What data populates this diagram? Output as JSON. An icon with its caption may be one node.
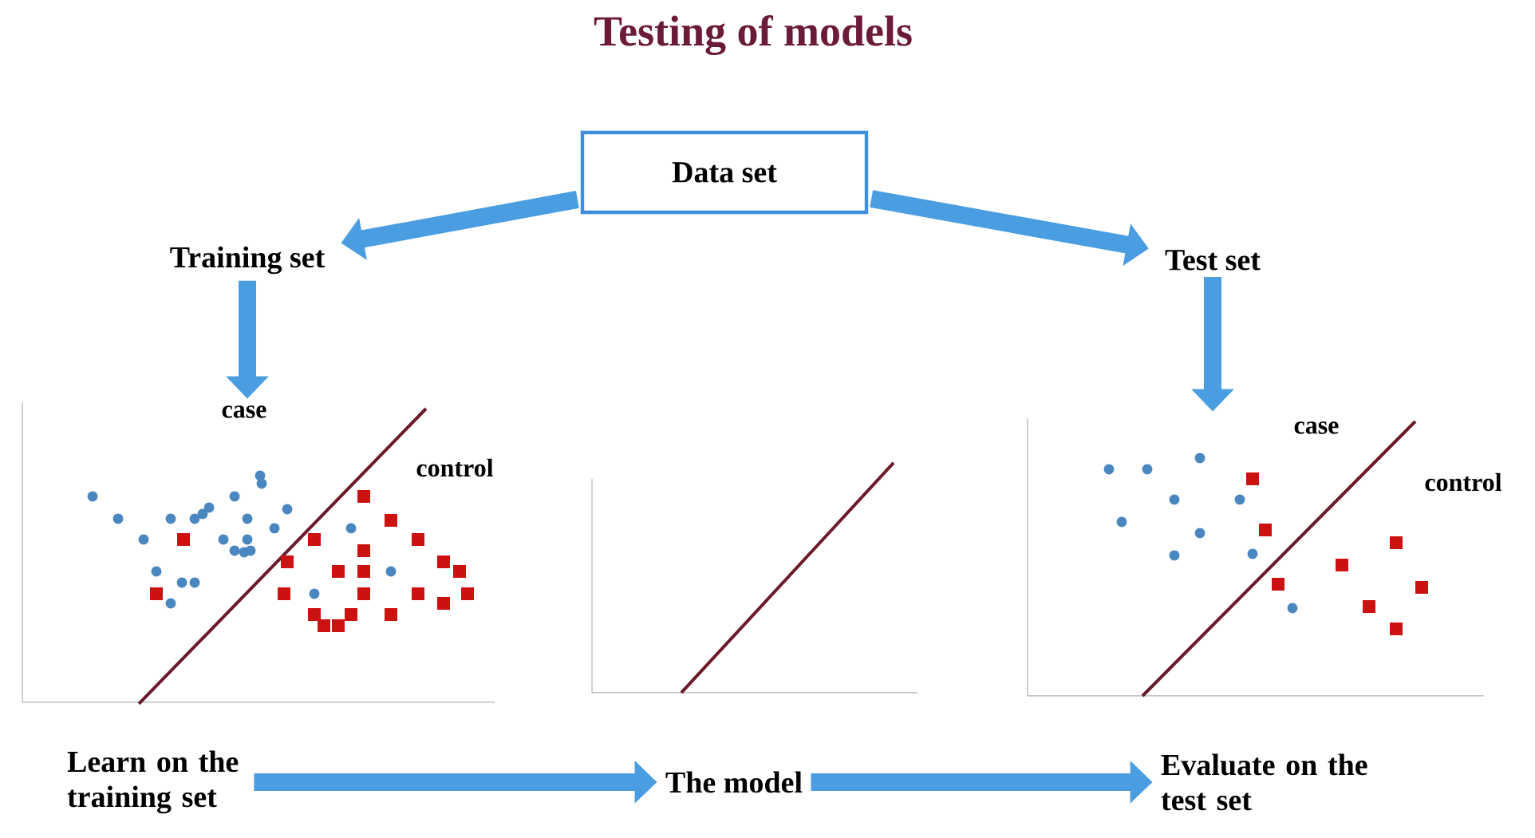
{
  "diagram": {
    "title": "Testing of models",
    "nodes": [
      {
        "text": [
          "Data set"
        ]
      },
      {
        "text": [
          "Training set"
        ]
      },
      {
        "text": [
          "Test set"
        ]
      },
      {
        "text": [
          "case",
          "control"
        ]
      },
      {
        "text": [],
        "shape": "picture"
      },
      {
        "text": [
          "case",
          "control"
        ]
      },
      {
        "text": [
          "Learn on the training set"
        ]
      },
      {
        "text": [
          "The model"
        ]
      },
      {
        "text": [
          "Evaluate on the test set"
        ]
      }
    ],
    "edges": [
      {
        "from": 0,
        "to": 1,
        "arrow": "to"
      },
      {
        "from": 0,
        "to": 2,
        "arrow": "to"
      },
      {
        "from": 1,
        "to": 3,
        "arrow": "to"
      },
      {
        "from": 2,
        "to": 5,
        "arrow": "to"
      },
      {
        "from": 6,
        "to": 7,
        "arrow": "to"
      },
      {
        "from": 7,
        "to": 8,
        "arrow": "to"
      }
    ]
  }
}
